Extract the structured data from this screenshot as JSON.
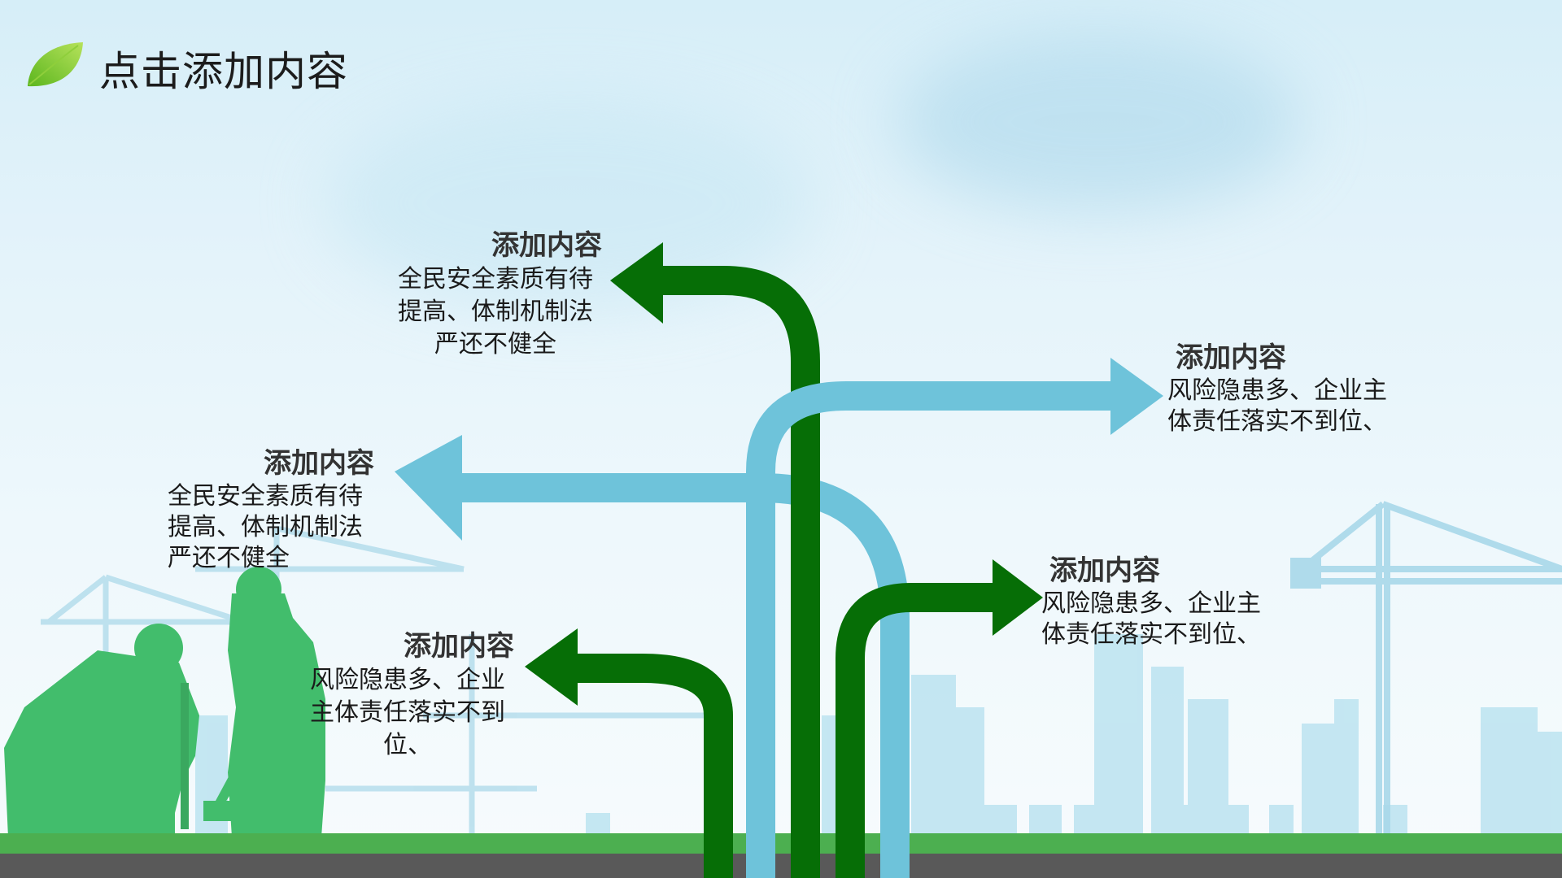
{
  "slide": {
    "title": "点击添加内容"
  },
  "icons": {
    "leaf": "leaf-icon"
  },
  "colors": {
    "dark_green_arrow": "#066e06",
    "light_blue_arrow": "#6ec3da",
    "ground_green": "#4caf50",
    "ground_gray": "#595959",
    "worker_green": "#3fbf6a",
    "city_blue": "#b7e0ee"
  },
  "blocks": [
    {
      "heading": "添加内容",
      "body": "全民安全素质有待\n提高、体制机制法\n严还不健全"
    },
    {
      "heading": "添加内容",
      "body": "风险隐患多、企业主体责任落实不到位、"
    },
    {
      "heading": "添加内容",
      "body": "全民安全素质有待\n提高、体制机制法\n严还不健全"
    },
    {
      "heading": "添加内容",
      "body": "风险隐患多、企业主体责任落实不到位、"
    },
    {
      "heading": "添加内容",
      "body": "风险隐患多、企业主体责任落实不到位、"
    }
  ]
}
